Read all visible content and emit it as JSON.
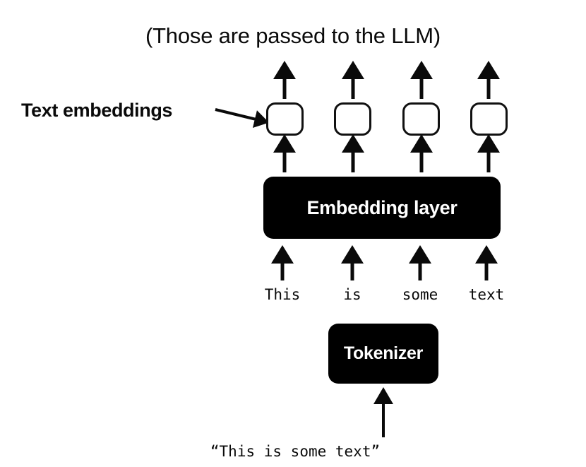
{
  "diagram": {
    "title_caption": "(Those are passed to the LLM)",
    "side_label": "Text embeddings",
    "blocks": {
      "embedding_layer": "Embedding layer",
      "tokenizer": "Tokenizer"
    },
    "tokens": [
      "This",
      "is",
      "some",
      "text"
    ],
    "input_string": "“This is some text”",
    "embedding_slots": [
      "",
      "",
      "",
      ""
    ],
    "colors": {
      "background": "#ffffff",
      "ink": "#0a0a0a",
      "block_fill": "#000000",
      "block_text": "#ffffff",
      "outline": "#111111"
    }
  }
}
